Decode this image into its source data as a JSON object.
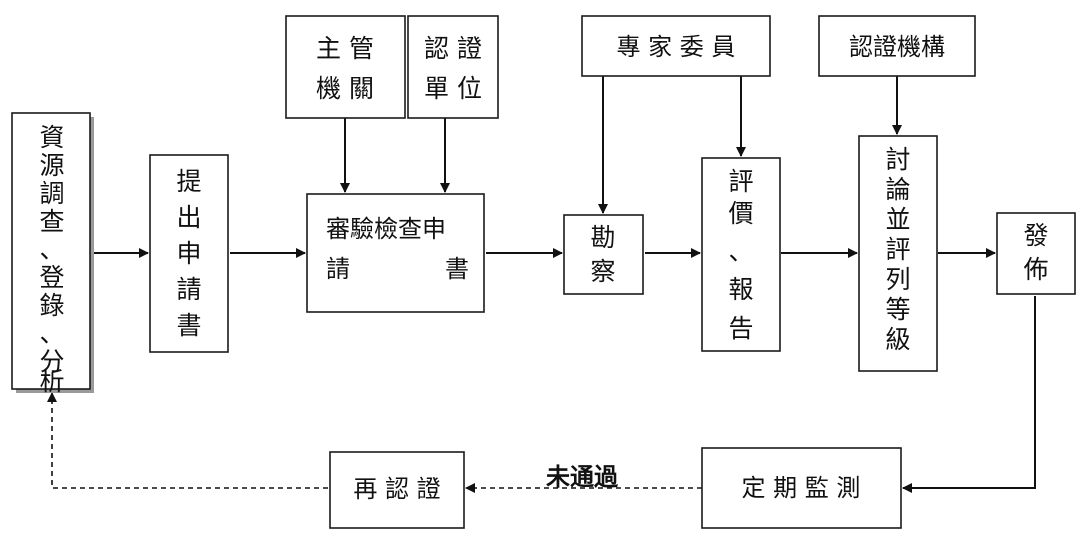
{
  "boxes": {
    "resource_survey": "資源調查、登錄、分析",
    "submit_application": "提出申請書",
    "review_application_line1": "審驗檢查申",
    "review_application_line2_a": "請",
    "review_application_line2_b": "書",
    "competent_authority_line1": "主 管",
    "competent_authority_line2": "機 關",
    "certification_unit_line1": "認 證",
    "certification_unit_line2": "單 位",
    "expert_committee": "專 家 委 員",
    "certification_body": "認證機構",
    "field_survey": "勘察",
    "evaluation_report_a": "評價",
    "evaluation_report_sep": "、",
    "evaluation_report_b": "報告",
    "discuss_grade": "討論並評列等級",
    "publish": "發佈",
    "periodic_monitoring": "定 期 監 測",
    "recertification": "再 認 證"
  },
  "labels": {
    "not_passed": "未通過"
  }
}
